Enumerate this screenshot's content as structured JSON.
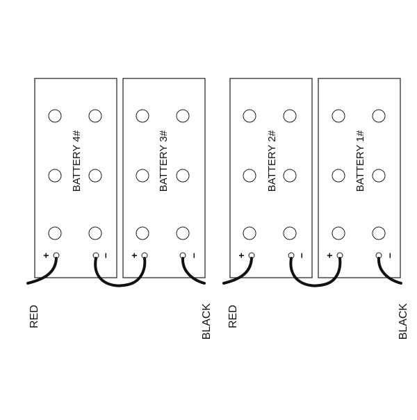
{
  "colors": {
    "stroke": "#1a1a1a",
    "wire": "#111111",
    "background": "#ffffff"
  },
  "groups": [
    {
      "batteries": [
        {
          "label": "BATTERY 4#",
          "positive_symbol": "+",
          "negative_symbol": "−"
        },
        {
          "label": "BATTERY 3#",
          "positive_symbol": "+",
          "negative_symbol": "−"
        }
      ],
      "lead_positive": "RED",
      "lead_negative": "BLACK"
    },
    {
      "batteries": [
        {
          "label": "BATTERY 2#",
          "positive_symbol": "+",
          "negative_symbol": "−"
        },
        {
          "label": "BATTERY 1#",
          "positive_symbol": "+",
          "negative_symbol": "−"
        }
      ],
      "lead_positive": "RED",
      "lead_negative": "BLACK"
    }
  ]
}
